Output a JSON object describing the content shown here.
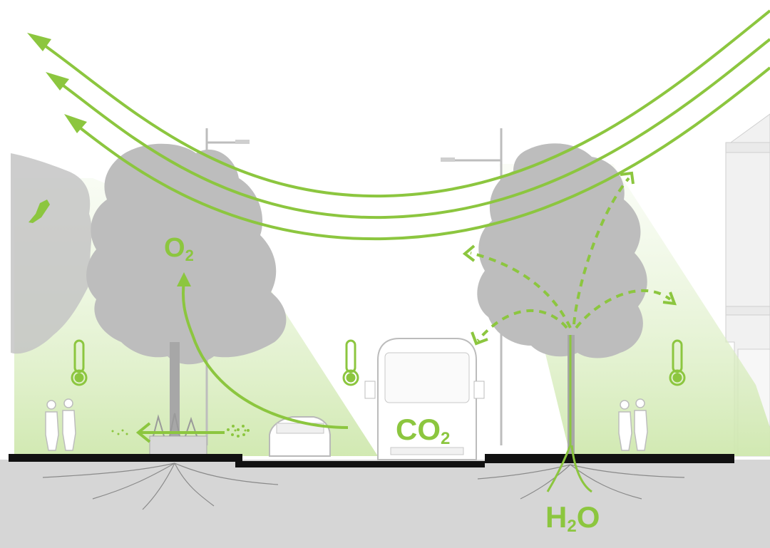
{
  "labels": {
    "o2": "O",
    "o2_sub": "2",
    "co2": "CO",
    "co2_sub": "2",
    "h2o_h": "H",
    "h2o_sub": "2",
    "h2o_o": "O"
  },
  "colors": {
    "accent": "#8cc63f",
    "ground": "#d5d5d5",
    "tree": "#bdbdbd",
    "shade": "#dcefc4",
    "road": "#111111"
  },
  "icons": [
    "bird-icon",
    "thermometer-icon",
    "thermometer-icon",
    "thermometer-icon",
    "pedestrians-icon",
    "pedestrians-icon",
    "bus-icon",
    "car-icon",
    "street-lamp-icon"
  ]
}
